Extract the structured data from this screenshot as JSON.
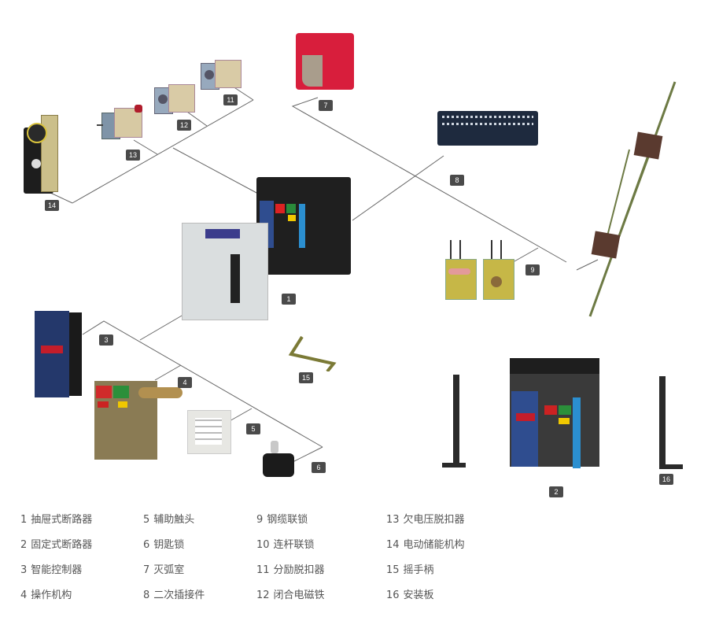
{
  "title": "框架式断路器附件分解图",
  "colors": {
    "badge_bg": "#4a4a4a",
    "badge_text": "#ffffff",
    "leader_line": "#666666",
    "legend_text": "#555555",
    "arc_chamber_red": "#d81e3c",
    "panel_blue": "#2f4d8f"
  },
  "callouts": [
    {
      "num": "1",
      "label": "抽屉式断路器"
    },
    {
      "num": "2",
      "label": "固定式断路器"
    },
    {
      "num": "3",
      "label": "智能控制器"
    },
    {
      "num": "4",
      "label": "操作机构"
    },
    {
      "num": "5",
      "label": "辅助触头"
    },
    {
      "num": "6",
      "label": "钥匙锁"
    },
    {
      "num": "7",
      "label": "灭弧室"
    },
    {
      "num": "8",
      "label": "二次插接件"
    },
    {
      "num": "9",
      "label": "钢缆联锁"
    },
    {
      "num": "10",
      "label": "连杆联锁"
    },
    {
      "num": "11",
      "label": "分励脱扣器"
    },
    {
      "num": "12",
      "label": "闭合电磁铁"
    },
    {
      "num": "13",
      "label": "欠电压脱扣器"
    },
    {
      "num": "14",
      "label": "电动储能机构"
    },
    {
      "num": "15",
      "label": "摇手柄"
    },
    {
      "num": "16",
      "label": "安装板"
    }
  ],
  "legend_columns": [
    [
      0,
      1,
      2,
      3
    ],
    [
      4,
      5,
      6,
      7
    ],
    [
      8,
      9,
      10,
      11
    ],
    [
      12,
      13,
      14,
      15
    ]
  ]
}
